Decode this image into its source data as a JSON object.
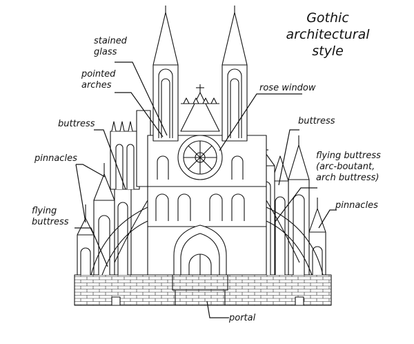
{
  "title": "Gothic\narchitectural\nstyle",
  "labels": {
    "stained_glass": "stained\nglass",
    "pointed_arches": "pointed\narches",
    "rose_window": "rose window",
    "buttress_left": "buttress",
    "buttress_right": "buttress",
    "flying_buttress_right": "flying buttress\n(arc-boutant,\narch buttress)",
    "pinnacles_left": "pinnacles",
    "pinnacles_right": "pinnacles",
    "flying_buttress_left": "flying\nbuttress",
    "portal": "portal"
  },
  "colors": {
    "ink": "#111111",
    "paper": "#ffffff"
  }
}
